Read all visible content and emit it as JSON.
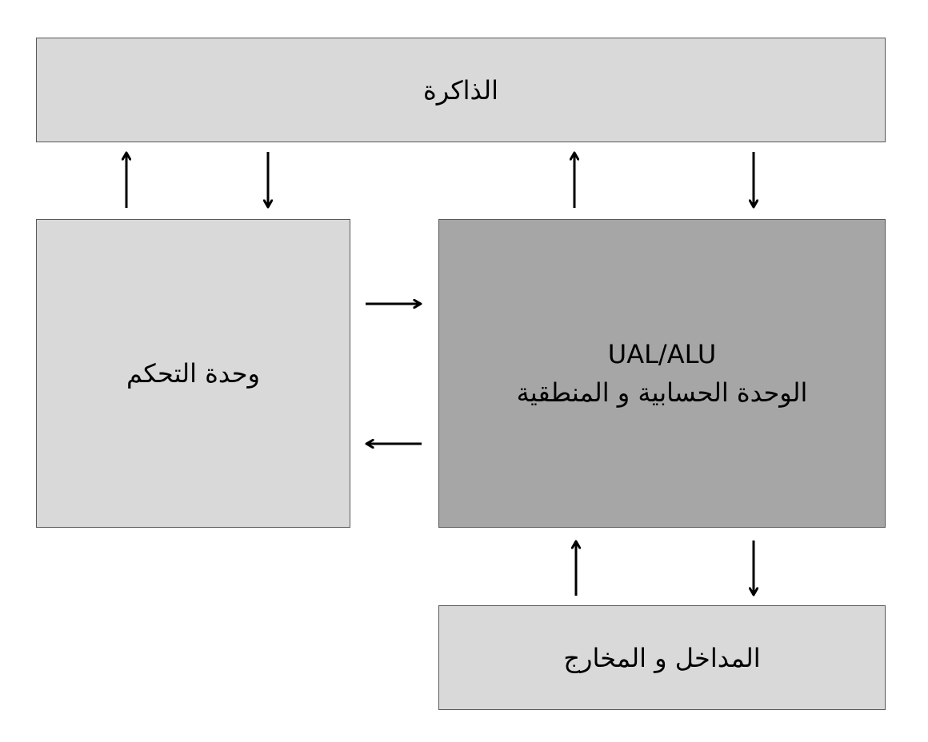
{
  "diagram": {
    "memory": {
      "label": "الذاكرة"
    },
    "control_unit": {
      "label": "وحدة التحكم"
    },
    "alu": {
      "label_latin": "UAL/ALU",
      "label_arabic": "الوحدة الحسابية و المنطقية"
    },
    "io": {
      "label": "المداخل و المخارج"
    },
    "colors": {
      "box": "#d9d9d9",
      "alu": "#a6a6a6",
      "border": "#595959",
      "arrow": "#000000"
    }
  }
}
